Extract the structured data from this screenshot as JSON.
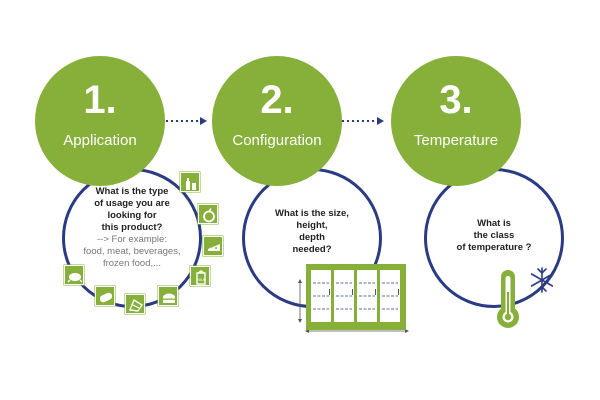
{
  "steps": [
    {
      "number": "1.",
      "title": "Application",
      "question": [
        "What is the type",
        "of usage you are",
        "looking for",
        "this product?"
      ],
      "example": [
        "--> For example:",
        "food, meat, beverages,",
        "frozen food,..."
      ]
    },
    {
      "number": "2.",
      "title": "Configuration",
      "question": [
        "What is the size,",
        "height,",
        "depth",
        "needed?"
      ]
    },
    {
      "number": "3.",
      "title": "Temperature",
      "question": [
        "What is",
        "the class",
        "of temperature ?"
      ]
    }
  ],
  "icons": [
    "bottle-icon",
    "apple-icon",
    "cheese-icon",
    "milk-icon",
    "cake-icon",
    "bread-icon",
    "sausage-icon",
    "chicken-icon",
    "refrigerator-icon",
    "thermometer-icon",
    "snowflake-icon"
  ],
  "milk_label": "MILK",
  "colors": {
    "accent": "#86b03a",
    "ring": "#2a3b84",
    "arrow": "#2a3b84"
  }
}
